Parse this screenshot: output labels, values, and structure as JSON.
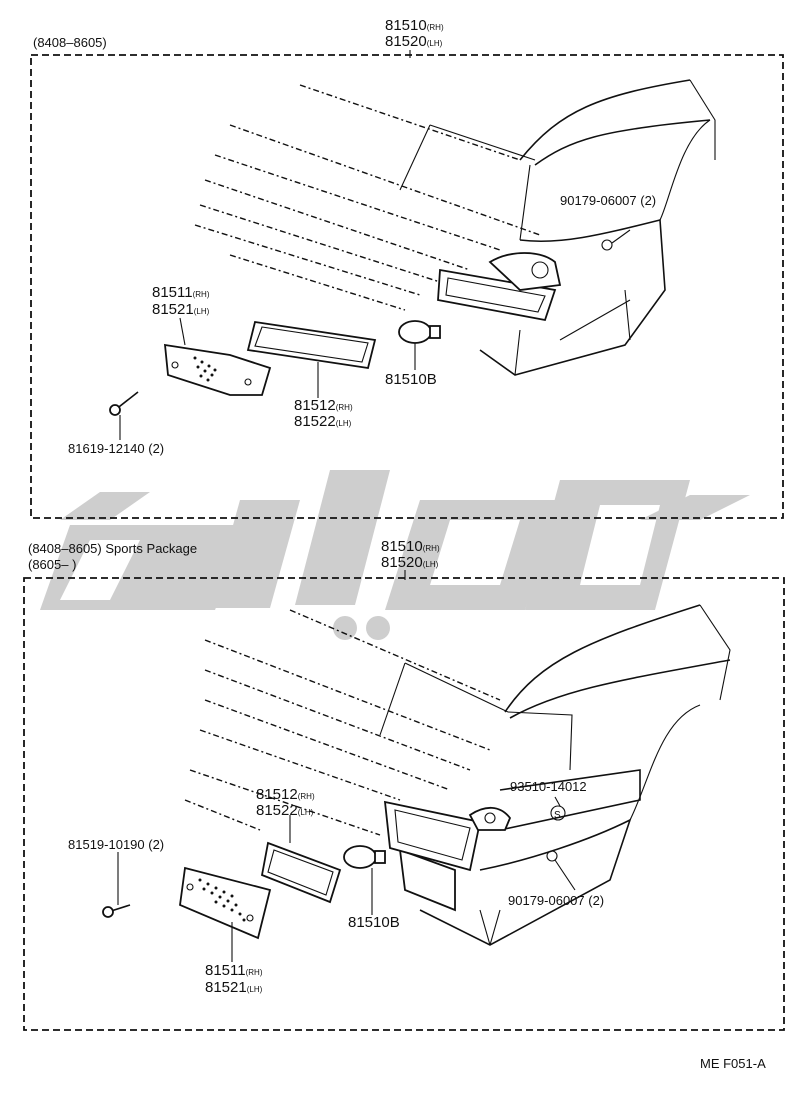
{
  "upper": {
    "range": "(8408–8605)",
    "assembly": {
      "num1": "81510",
      "sub1": "(RH)",
      "num2": "81520",
      "sub2": "(LH)"
    },
    "nut": "90179-06007 (2)",
    "lens": {
      "num1": "81511",
      "sub1": "(RH)",
      "num2": "81521",
      "sub2": "(LH)"
    },
    "gasket": {
      "num1": "81512",
      "sub1": "(RH)",
      "num2": "81522",
      "sub2": "(LH)"
    },
    "bulb": "81510B",
    "screw": "81619-12140 (2)"
  },
  "lower": {
    "range1": "(8408–8605) Sports Package",
    "range2": "(8605–          )",
    "assembly": {
      "num1": "81510",
      "sub1": "(RH)",
      "num2": "81520",
      "sub2": "(LH)"
    },
    "bolt": "93510-14012",
    "nut": "90179-06007 (2)",
    "gasket": {
      "num1": "81512",
      "sub1": "(RH)",
      "num2": "81522",
      "sub2": "(LH)"
    },
    "screw": "81519-10190 (2)",
    "bulb": "81510B",
    "lens": {
      "num1": "81511",
      "sub1": "(RH)",
      "num2": "81521",
      "sub2": "(LH)"
    }
  },
  "footer": {
    "code": "ME F051-A"
  },
  "watermark": {
    "color": "#c8c8c8"
  }
}
